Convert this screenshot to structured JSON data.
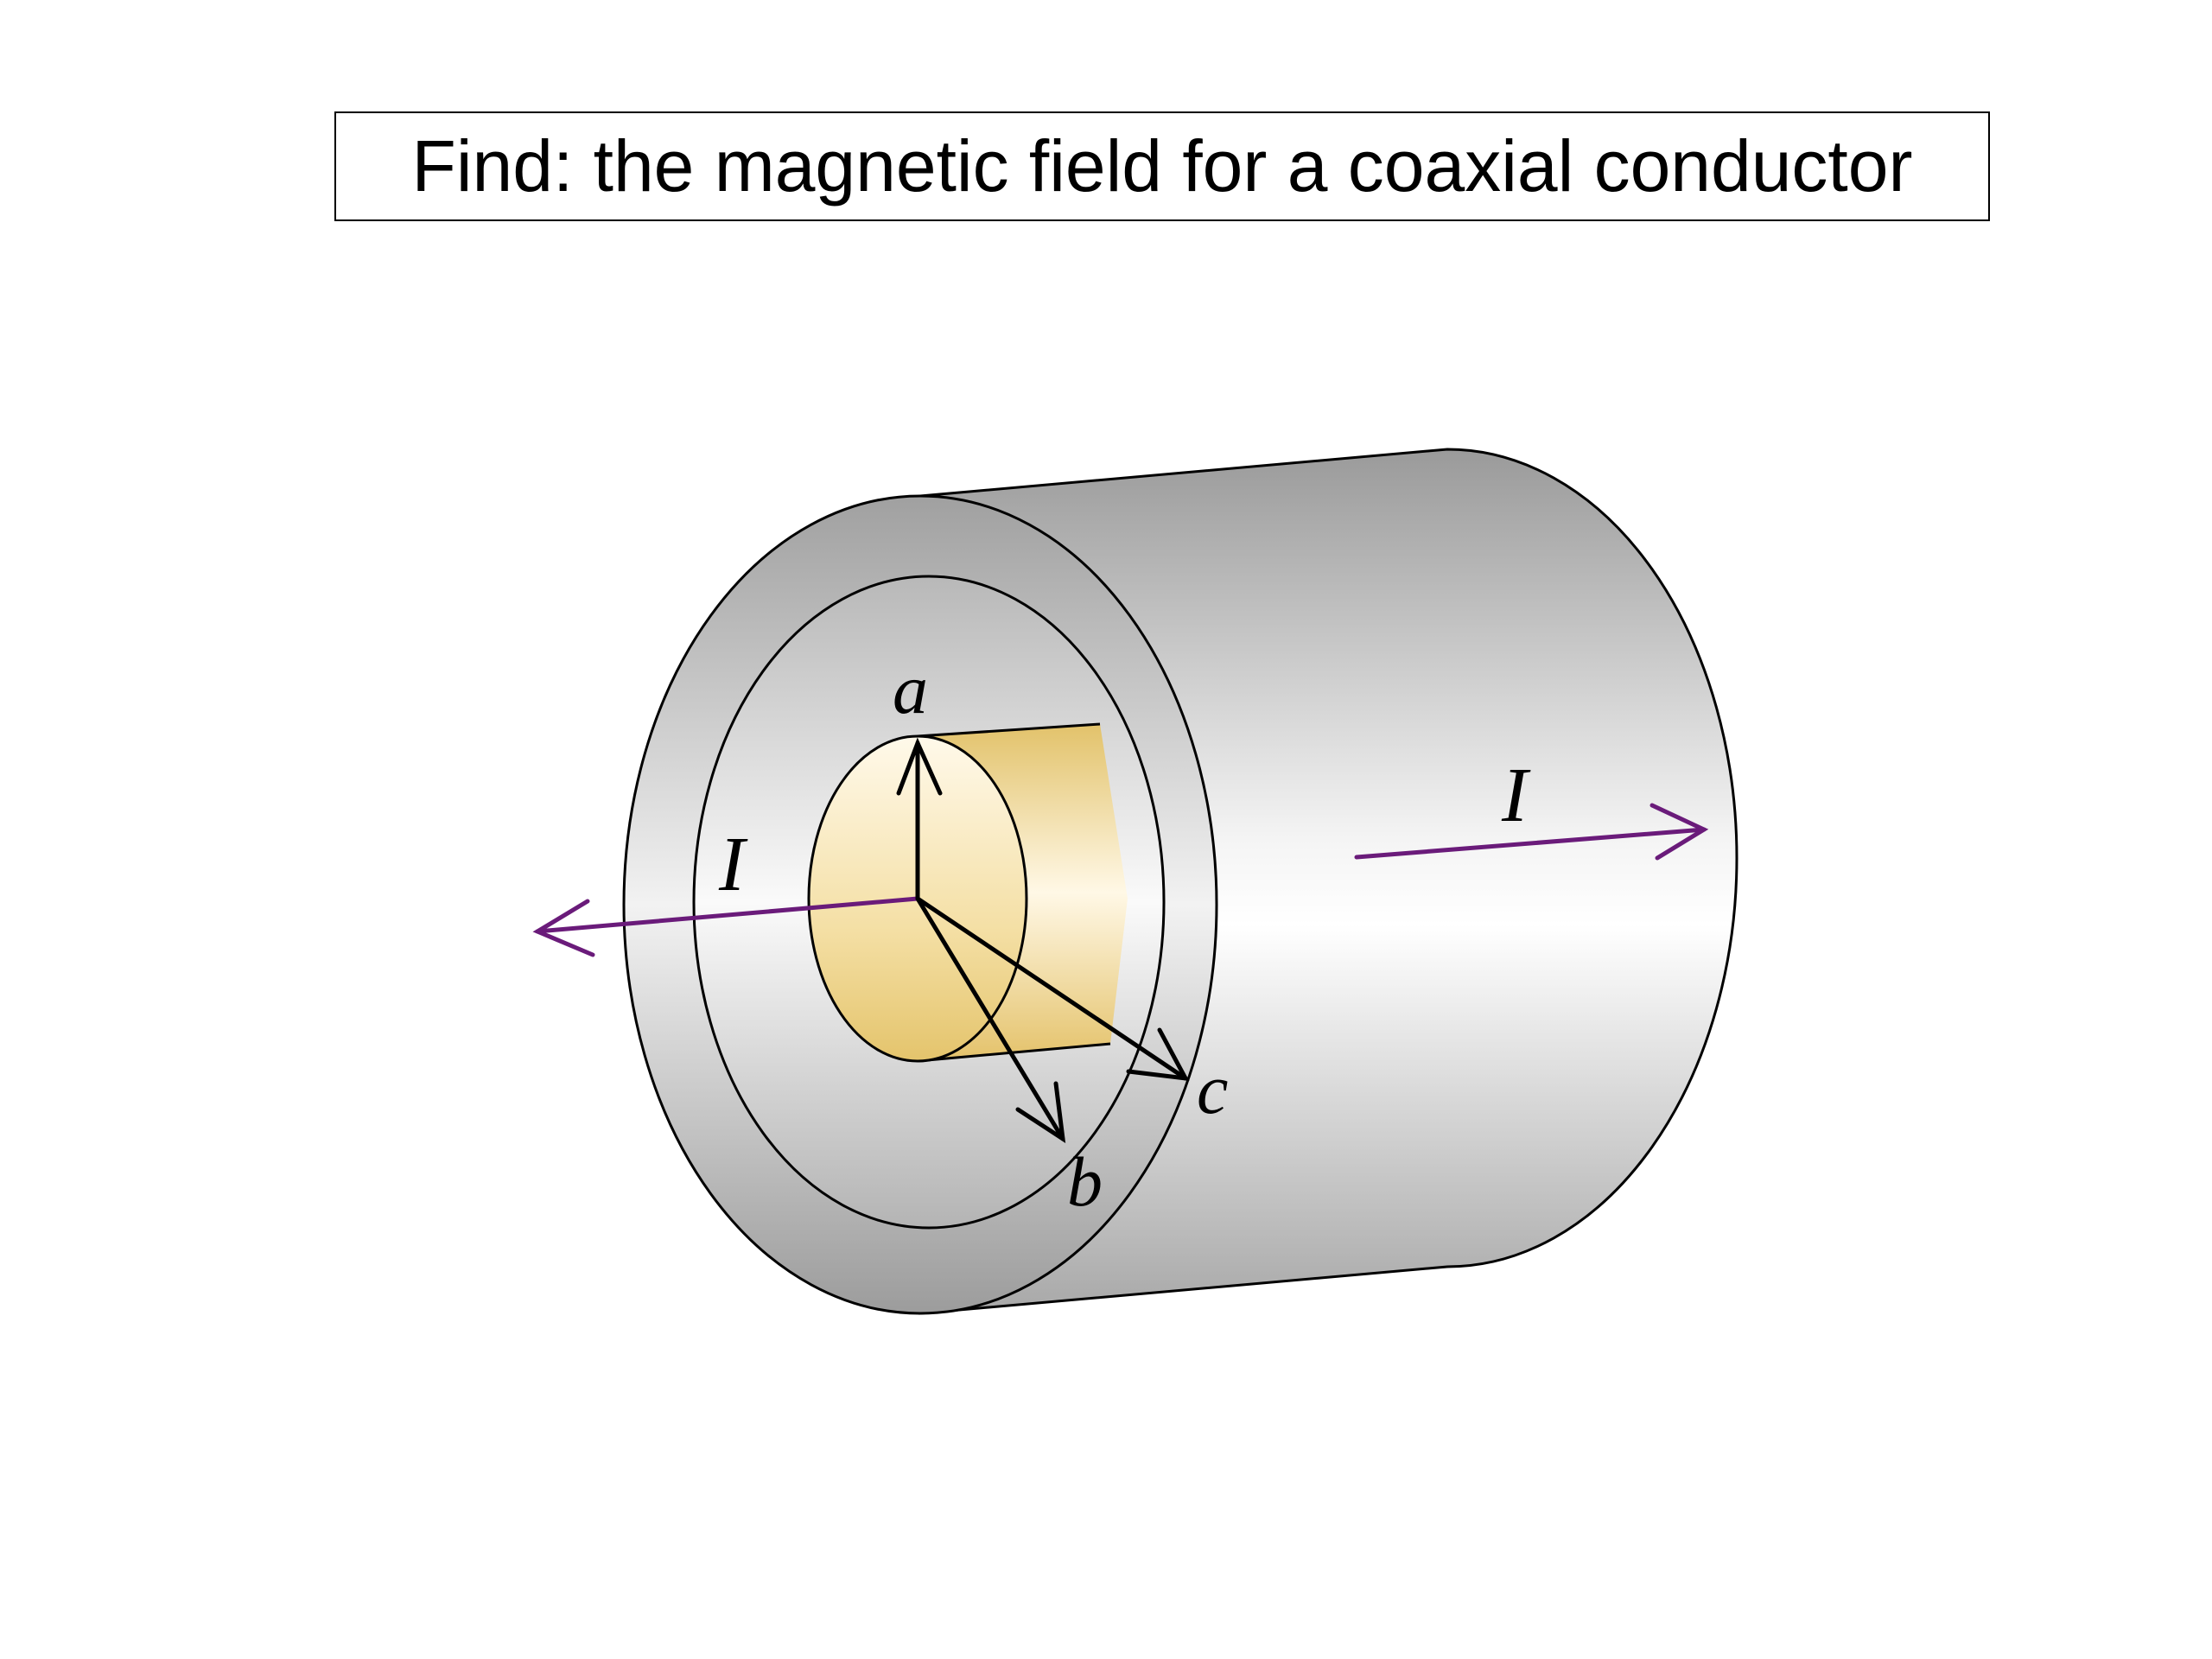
{
  "title": "Find: the magnetic field for a coaxial conductor",
  "labels": {
    "a": "a",
    "b": "b",
    "c": "c",
    "current_left": "I",
    "current_right": "I"
  },
  "colors": {
    "outer_conductor": "#bdbdbd",
    "inner_conductor": "#f0d98a",
    "current_arrow": "#6a1b7a",
    "outline": "#000000"
  }
}
